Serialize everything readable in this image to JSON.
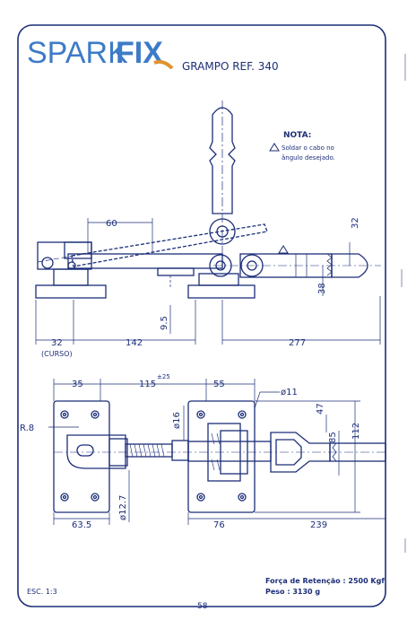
{
  "brand": {
    "part_a": "SPARK",
    "part_b": "FIX"
  },
  "title": "GRAMPO REF.  340",
  "note": {
    "heading": "NOTA:",
    "line1": "Soldar o cabo no",
    "line2": "ângulo desejado."
  },
  "side_view_dims": {
    "d60": "60",
    "d32_top": "32",
    "d38": "38",
    "d9_5": "9.5",
    "d32": "32",
    "curso": "(CURSO)",
    "d142": "142",
    "d277": "277"
  },
  "top_view_dims": {
    "d35": "35",
    "d115": "115",
    "tol25": "±25",
    "d55": "55",
    "phi11": "ø11",
    "phi16": "ø16",
    "r8": "R.8",
    "d47": "47",
    "d85": "85",
    "d112": "112",
    "phi12_7": "ø12.7",
    "d63_5": "63.5",
    "d76": "76",
    "d239": "239"
  },
  "footer": {
    "scale": "ESC. 1:3",
    "force": "Força de Retenção : 2500 Kgf",
    "weight": "Peso :  3130 g",
    "page": "58"
  },
  "colors": {
    "ink": "#1c2e78",
    "brand": "#3d7bc7"
  }
}
